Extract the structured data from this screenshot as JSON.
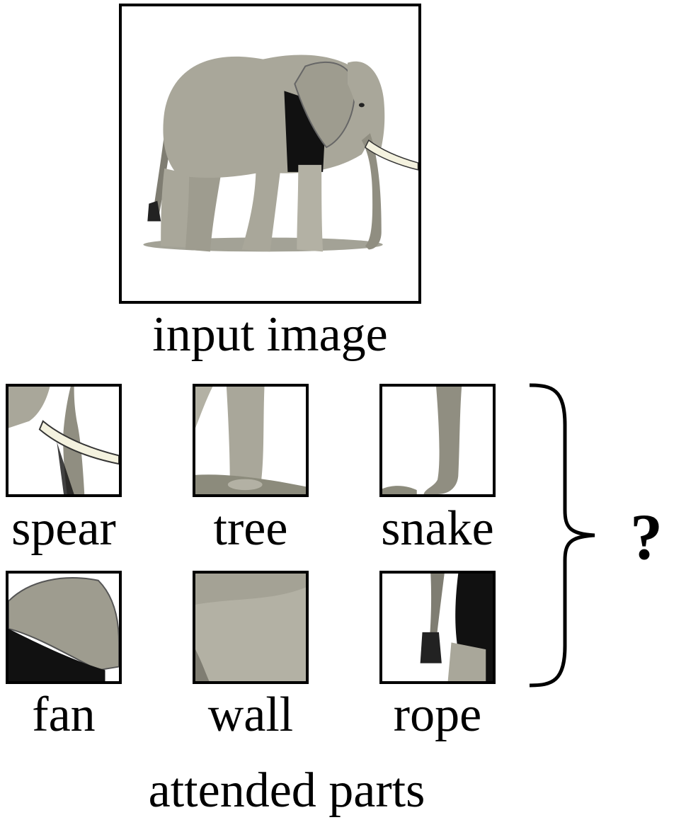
{
  "input": {
    "label": "input image"
  },
  "parts": [
    {
      "id": "spear",
      "label": "spear"
    },
    {
      "id": "tree",
      "label": "tree"
    },
    {
      "id": "snake",
      "label": "snake"
    },
    {
      "id": "fan",
      "label": "fan"
    },
    {
      "id": "wall",
      "label": "wall"
    },
    {
      "id": "rope",
      "label": "rope"
    }
  ],
  "footer": {
    "label": "attended parts"
  },
  "question": {
    "mark": "?"
  },
  "colors": {
    "elephant": "#a9a79a",
    "shade": "#7f7d72",
    "dark": "#111111",
    "tusk": "#f4f2df",
    "ground": "#8c8b7c"
  }
}
